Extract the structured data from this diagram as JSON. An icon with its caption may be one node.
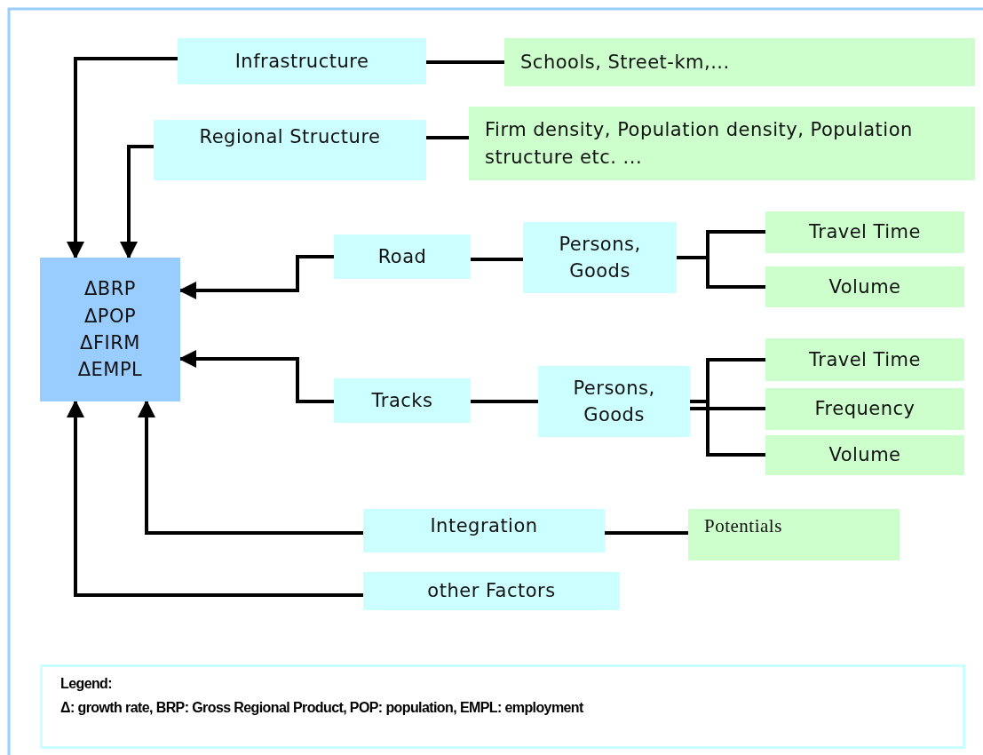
{
  "diagram": {
    "nodes": [
      {
        "text": [
          "ΔBRP",
          "ΔPOP",
          "ΔFIRM",
          "ΔEMPL"
        ]
      },
      {
        "text": [
          "Infrastructure"
        ]
      },
      {
        "text": [
          "Schools, Street-km,..."
        ]
      },
      {
        "text": [
          "Regional Structure"
        ]
      },
      {
        "text": [
          "Firm density, Population density, Population structure etc. ..."
        ]
      },
      {
        "text": [
          "Road"
        ]
      },
      {
        "text": [
          "Persons, Goods"
        ]
      },
      {
        "text": [
          "Travel Time"
        ]
      },
      {
        "text": [
          "Volume"
        ]
      },
      {
        "text": [
          "Tracks"
        ]
      },
      {
        "text": [
          "Persons, Goods"
        ]
      },
      {
        "text": [
          "Travel Time"
        ]
      },
      {
        "text": [
          "Frequency"
        ]
      },
      {
        "text": [
          "Volume"
        ]
      },
      {
        "text": [
          "Integration"
        ]
      },
      {
        "text": [
          "Potentials"
        ]
      },
      {
        "text": [
          "other Factors"
        ]
      }
    ],
    "edges": [
      {
        "from": 1,
        "to": 0,
        "arrow": "to"
      },
      {
        "from": 3,
        "to": 0,
        "arrow": "to"
      },
      {
        "from": 5,
        "to": 0,
        "arrow": "to"
      },
      {
        "from": 9,
        "to": 0,
        "arrow": "to"
      },
      {
        "from": 14,
        "to": 0,
        "arrow": "to"
      },
      {
        "from": 16,
        "to": 0,
        "arrow": "to"
      },
      {
        "from": 1,
        "to": 2,
        "arrow": "none"
      },
      {
        "from": 3,
        "to": 4,
        "arrow": "none"
      },
      {
        "from": 5,
        "to": 6,
        "arrow": "none"
      },
      {
        "from": 6,
        "to": 7,
        "arrow": "none"
      },
      {
        "from": 6,
        "to": 8,
        "arrow": "none"
      },
      {
        "from": 9,
        "to": 10,
        "arrow": "none"
      },
      {
        "from": 10,
        "to": 11,
        "arrow": "none"
      },
      {
        "from": 10,
        "to": 12,
        "arrow": "none"
      },
      {
        "from": 10,
        "to": 13,
        "arrow": "none"
      },
      {
        "from": 14,
        "to": 15,
        "arrow": "none"
      }
    ],
    "labels": [
      "Legend:",
      "Δ: growth rate, BRP: Gross Regional Product, POP: population, EMPL: employment"
    ]
  }
}
